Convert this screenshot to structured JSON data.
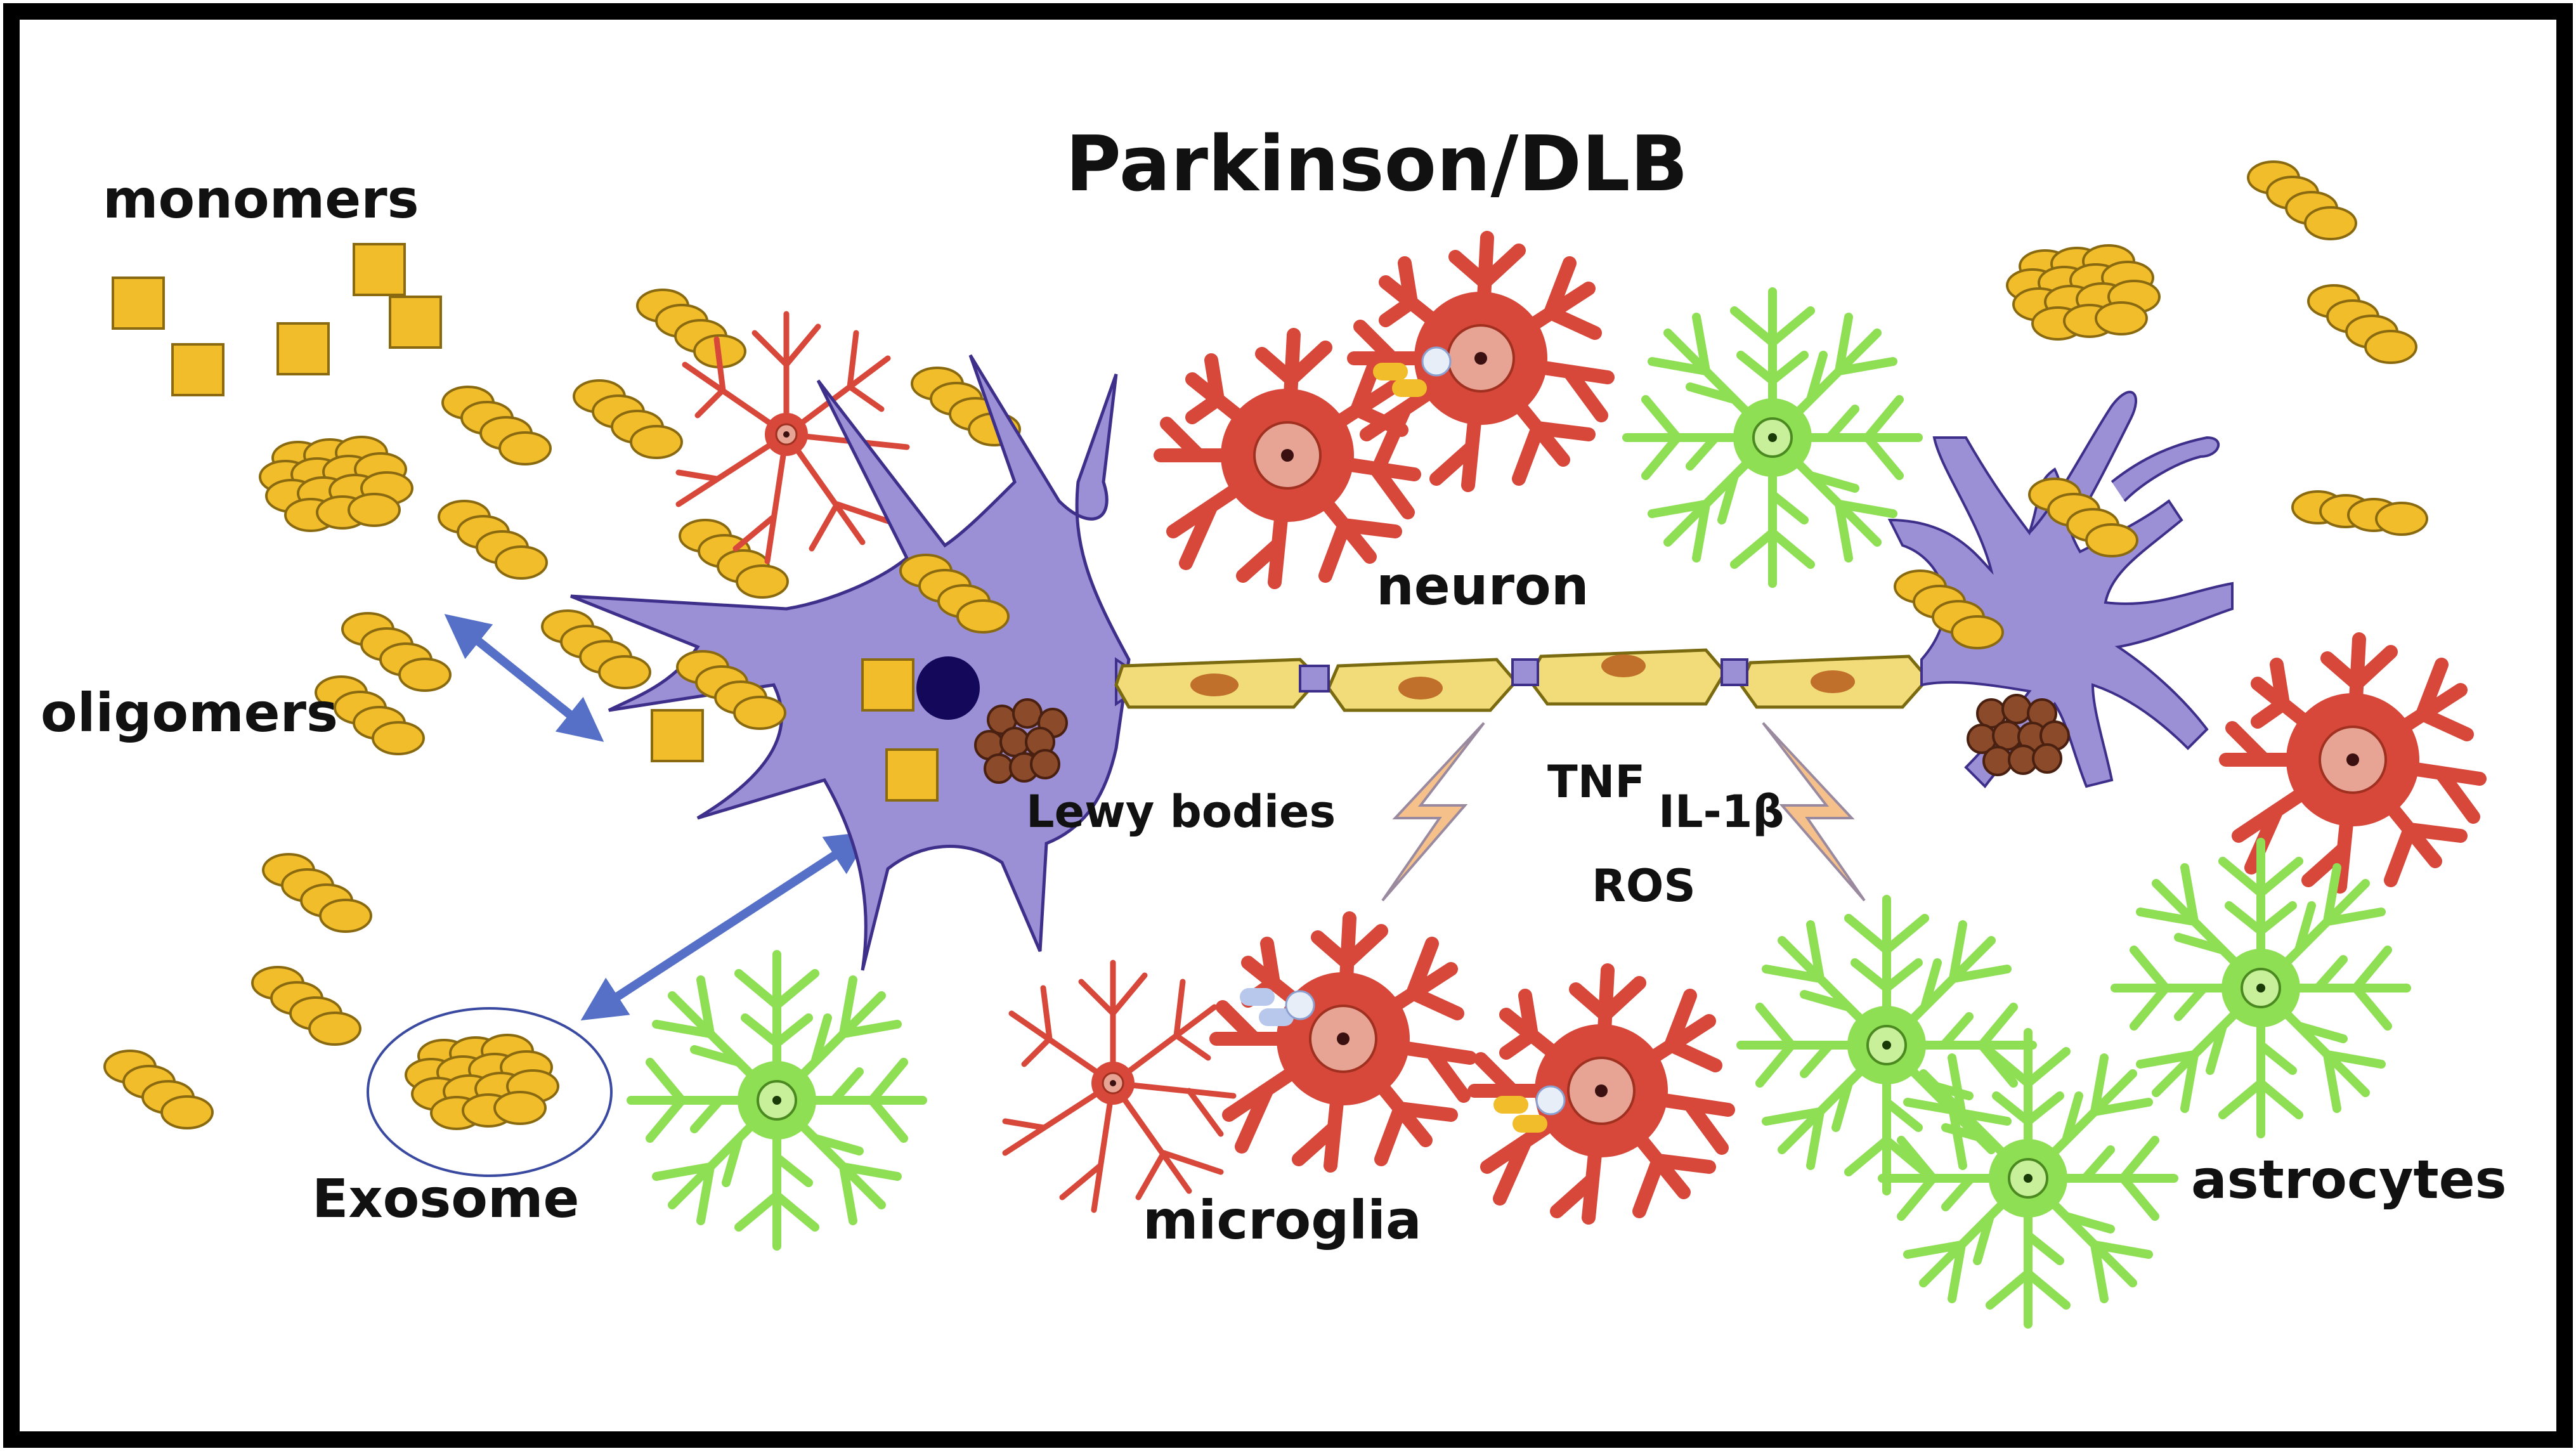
{
  "diagram": {
    "title": "Parkinson/DLB",
    "labels": {
      "monomers": "monomers",
      "oligomers": "oligomers",
      "exosome": "Exosome",
      "neuron": "neuron",
      "lewy_bodies": "Lewy bodies",
      "tnf": "TNF",
      "il1b": "IL-1β",
      "ros": "ROS",
      "microglia": "microglia",
      "astrocytes": "astrocytes"
    },
    "colors": {
      "border": "#000000",
      "neuron_body": "#9b8fd6",
      "neuron_outline": "#3d2f8a",
      "nucleus": "#14085a",
      "axon_segment": "#f2dc7a",
      "axon_nucleus": "#c0702a",
      "protein_unit": "#f2bd2a",
      "protein_outline": "#8a6a10",
      "lewy_body": "#8b4a2a",
      "microglia": "#d8483a",
      "microglia_nucleus": "#e7a394",
      "astrocyte": "#8fdf55",
      "astrocyte_nucleus": "#c8ef9a",
      "arrow": "#5670c8",
      "lightning": "#f5c08a"
    },
    "icons": [
      "double-arrow-icon",
      "lightning-icon"
    ]
  }
}
